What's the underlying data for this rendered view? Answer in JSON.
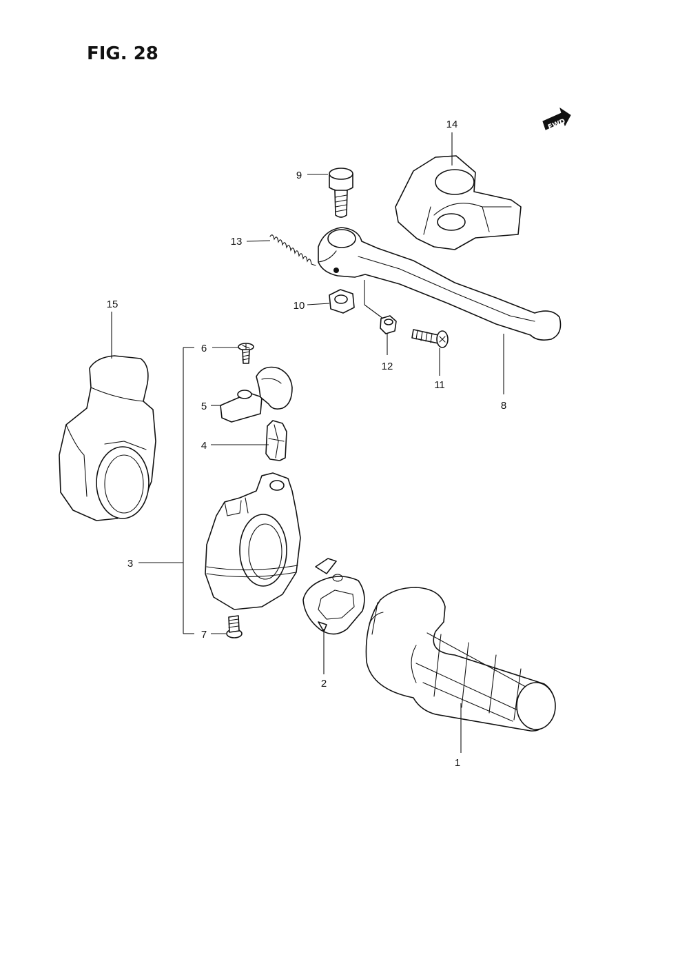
{
  "figure": {
    "title": "FIG. 28",
    "direction_badge": "FWD"
  },
  "callouts": {
    "c1": "1",
    "c2": "2",
    "c3": "3",
    "c4": "4",
    "c5": "5",
    "c6": "6",
    "c7": "7",
    "c8": "8",
    "c9": "9",
    "c10": "10",
    "c11": "11",
    "c12": "12",
    "c13": "13",
    "c14": "14",
    "c15": "15"
  }
}
